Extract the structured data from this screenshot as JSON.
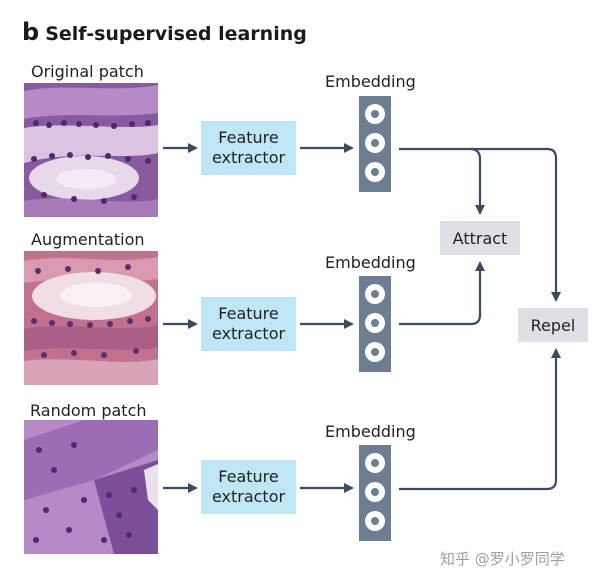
{
  "figure": {
    "panel_letter": "b",
    "title": "Self-supervised learning"
  },
  "rows": [
    {
      "label": "Original patch",
      "extractor": [
        "Feature",
        "extractor"
      ],
      "embedding_label": "Embedding"
    },
    {
      "label": "Augmentation",
      "extractor": [
        "Feature",
        "extractor"
      ],
      "embedding_label": "Embedding"
    },
    {
      "label": "Random patch",
      "extractor": [
        "Feature",
        "extractor"
      ],
      "embedding_label": "Embedding"
    }
  ],
  "operations": {
    "attract": "Attract",
    "repel": "Repel"
  },
  "watermark": "知乎 @罗小罗同学",
  "colors": {
    "extractor_fill": "#bfe6f5",
    "embedding_fill": "#6f7d92",
    "op_fill": "#dde1e6",
    "arrow": "#3b4b66"
  }
}
